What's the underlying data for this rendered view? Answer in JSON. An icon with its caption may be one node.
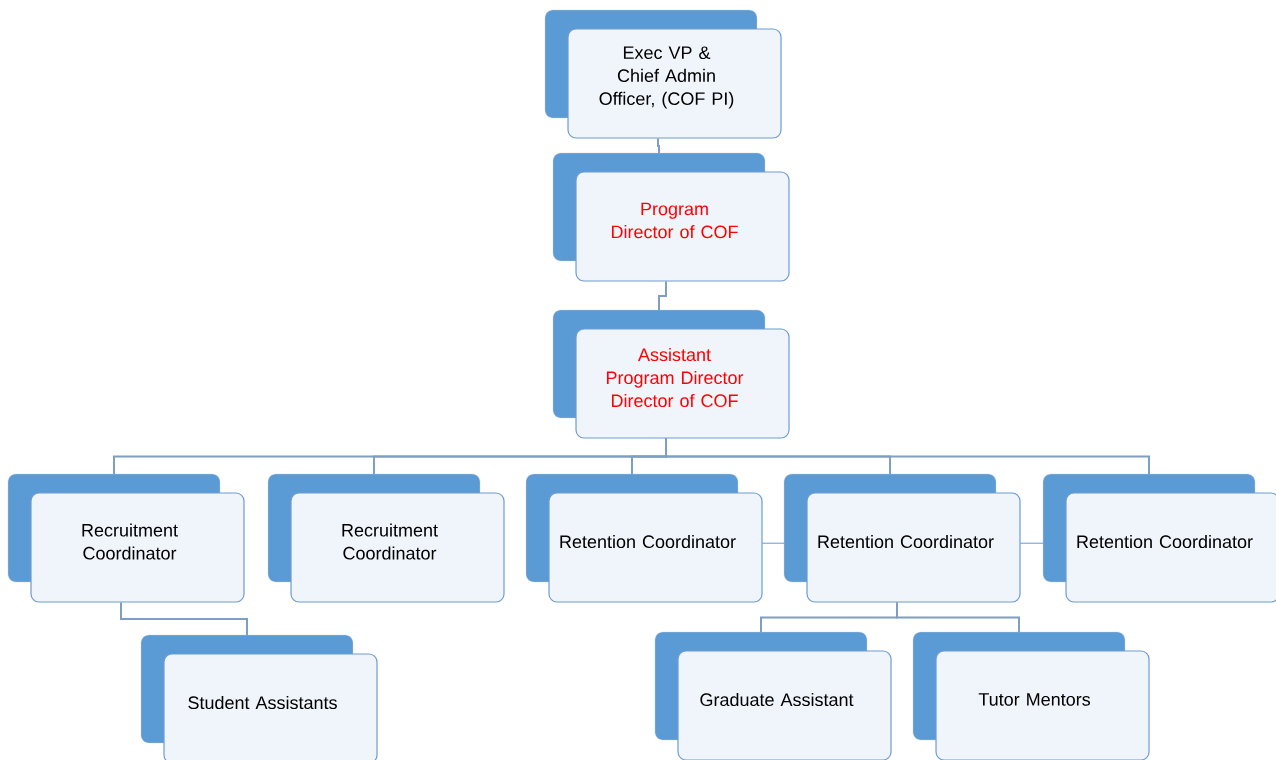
{
  "diagram": {
    "nodes": [
      {
        "text": [
          "Exec VP & Chief Admin Officer, (COF PI)"
        ]
      },
      {
        "text": [
          "Program Director of COF"
        ]
      },
      {
        "text": [
          "Assistant Program Director Director of COF"
        ]
      },
      {
        "text": [
          "Recruitment Coordinator"
        ]
      },
      {
        "text": [
          "Recruitment Coordinator"
        ]
      },
      {
        "text": [
          "Retention Coordinator"
        ]
      },
      {
        "text": [
          "Retention Coordinator"
        ]
      },
      {
        "text": [
          "Retention Coordinator"
        ]
      },
      {
        "text": [
          "Student Assistants"
        ]
      },
      {
        "text": [
          "Graduate Assistant"
        ]
      },
      {
        "text": [
          "Tutor Mentors"
        ]
      }
    ],
    "edges": [
      {
        "from": 0,
        "to": 1,
        "arrow": "none"
      },
      {
        "from": 1,
        "to": 2,
        "arrow": "none"
      },
      {
        "from": 2,
        "to": 3,
        "arrow": "none"
      },
      {
        "from": 2,
        "to": 4,
        "arrow": "none"
      },
      {
        "from": 2,
        "to": 5,
        "arrow": "none"
      },
      {
        "from": 2,
        "to": 6,
        "arrow": "none"
      },
      {
        "from": 2,
        "to": 7,
        "arrow": "none"
      },
      {
        "from": 3,
        "to": 8,
        "arrow": "none"
      },
      {
        "from": 6,
        "to": 9,
        "arrow": "none"
      },
      {
        "from": 6,
        "to": 10,
        "arrow": "none"
      },
      {
        "from": 5,
        "to": 6,
        "arrow": "none",
        "color": "#4a90d9"
      },
      {
        "from": 6,
        "to": 7,
        "arrow": "none",
        "color": "#4a90d9"
      }
    ]
  }
}
